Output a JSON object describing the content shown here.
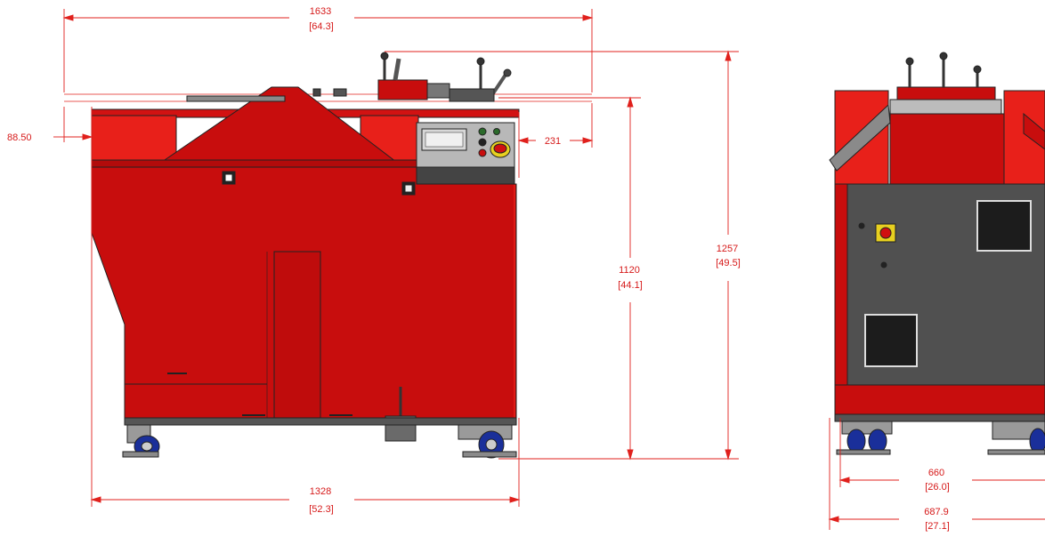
{
  "colors": {
    "dimension": "#e0201c",
    "machine_body": "#c80d0d",
    "machine_bright": "#e8201a",
    "outline": "#222222",
    "panel_dark": "#505050",
    "panel_black": "#1c1c1c",
    "wheel_blue": "#1a2f9a",
    "metal": "#9a9a9a"
  },
  "dimensions": {
    "overall_length": {
      "value": "1633",
      "inch": "[64.3]"
    },
    "left_offset": {
      "value": "88.50"
    },
    "right_offset": {
      "value": "231"
    },
    "body_length": {
      "value": "1328",
      "inch": "[52.3]"
    },
    "table_height": {
      "value": "1120",
      "inch": "[44.1]"
    },
    "overall_height": {
      "value": "1257",
      "inch": "[49.5]"
    },
    "inner_width": {
      "value": "660",
      "inch": "[26.0]"
    },
    "outer_width": {
      "value": "687.9",
      "inch": "[27.1]"
    }
  },
  "views": {
    "front": {
      "icon": "front-elevation"
    },
    "side": {
      "icon": "side-elevation"
    }
  }
}
